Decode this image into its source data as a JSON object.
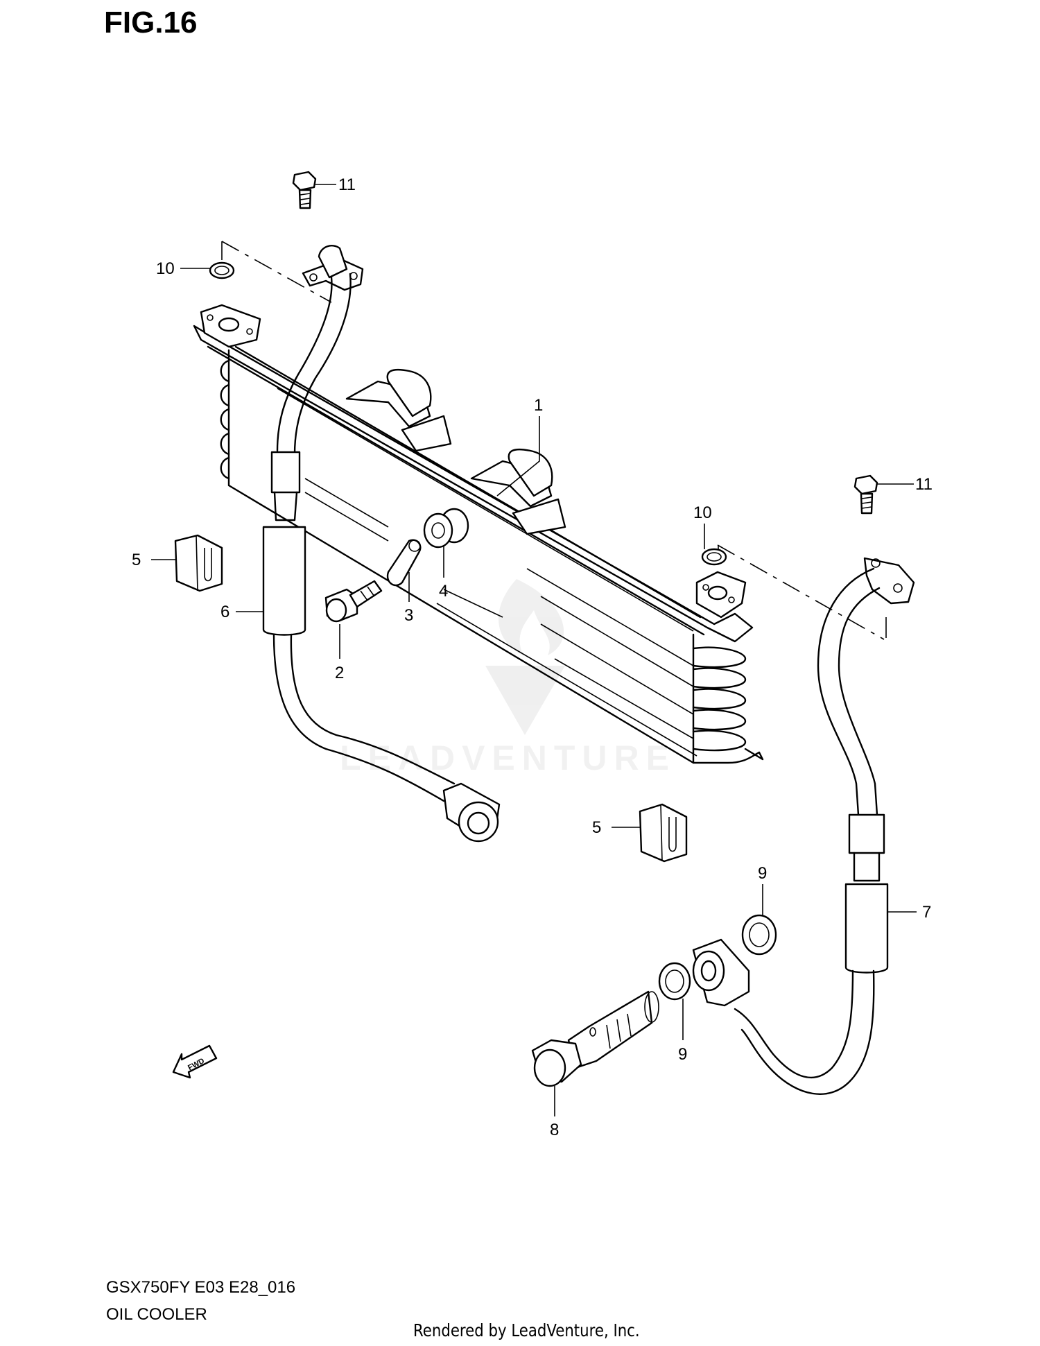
{
  "figure": {
    "title": "FIG.16"
  },
  "callouts": {
    "c1": "1",
    "c2": "2",
    "c3": "3",
    "c4": "4",
    "c5a": "5",
    "c5b": "5",
    "c6": "6",
    "c7": "7",
    "c8": "8",
    "c9a": "9",
    "c9b": "9",
    "c10a": "10",
    "c10b": "10",
    "c11a": "11",
    "c11b": "11"
  },
  "fwd_label": "FWD",
  "watermark": {
    "text": "LEADVENTURE"
  },
  "footer": {
    "model_code": "GSX750FY E03 E28_016",
    "section_name": "OIL COOLER",
    "rendered_by": "Rendered by LeadVenture, Inc."
  }
}
